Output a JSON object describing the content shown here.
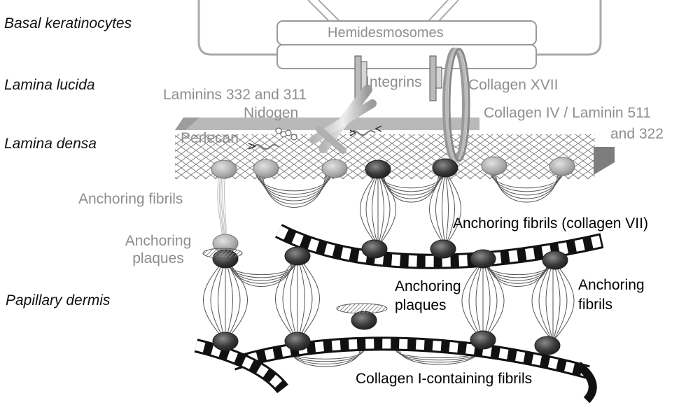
{
  "layers": {
    "basal_keratinocytes": "Basal keratinocytes",
    "lamina_lucida": "Lamina lucida",
    "lamina_densa": "Lamina densa",
    "papillary_dermis": "Papillary dermis"
  },
  "labels": {
    "hemidesmosomes": "Hemidesmosomes",
    "integrins": "Integrins",
    "collagen_xvii": "Collagen XVII",
    "laminins": "Laminins 332 and 311",
    "nidogen": "Nidogen",
    "collagen_iv_line1": "Collagen IV / Laminin 511",
    "collagen_iv_line2": "and 322",
    "perlecan": "Perlecan",
    "anchoring_fibrils_left": "Anchoring fibrils",
    "anchoring_plaques_left_line1": "Anchoring",
    "anchoring_plaques_left_line2": "plaques",
    "anchoring_fibrils_collagen_vii": "Anchoring fibrils (collagen VII)",
    "anchoring_plaques_center_line1": "Anchoring",
    "anchoring_plaques_center_line2": "plaques",
    "anchoring_fibrils_right_line1": "Anchoring",
    "anchoring_fibrils_right_line2": "fibrils",
    "collagen_i_fibrils": "Collagen I-containing fibrils"
  },
  "colors": {
    "grey_label": "#8e8e8e",
    "dark_label": "#000000",
    "dark_node": "#3a3a3a",
    "light_node": "#a8a8a8",
    "fibril_stroke": "#555555"
  }
}
